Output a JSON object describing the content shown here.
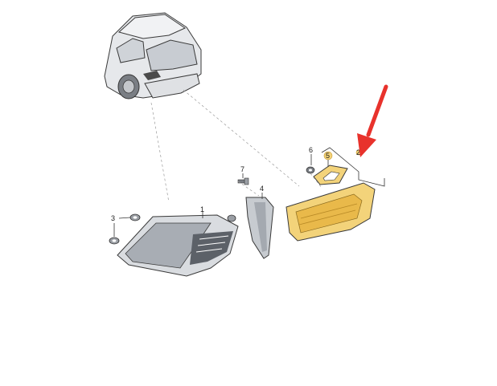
{
  "diagram": {
    "callouts": [
      {
        "id": "1",
        "label": "1"
      },
      {
        "id": "2",
        "label": "2"
      },
      {
        "id": "3",
        "label": "3"
      },
      {
        "id": "4",
        "label": "4"
      },
      {
        "id": "5",
        "label": "5"
      },
      {
        "id": "6",
        "label": "6"
      },
      {
        "id": "7",
        "label": "7"
      }
    ],
    "colors": {
      "highlight": "#f3d37a",
      "highlight_dark": "#c99a2e",
      "arrow": "#e8322c",
      "part_fill": "#d9dce0",
      "part_stroke": "#3a3a3a"
    },
    "highlighted_parts": [
      "2",
      "5"
    ]
  }
}
